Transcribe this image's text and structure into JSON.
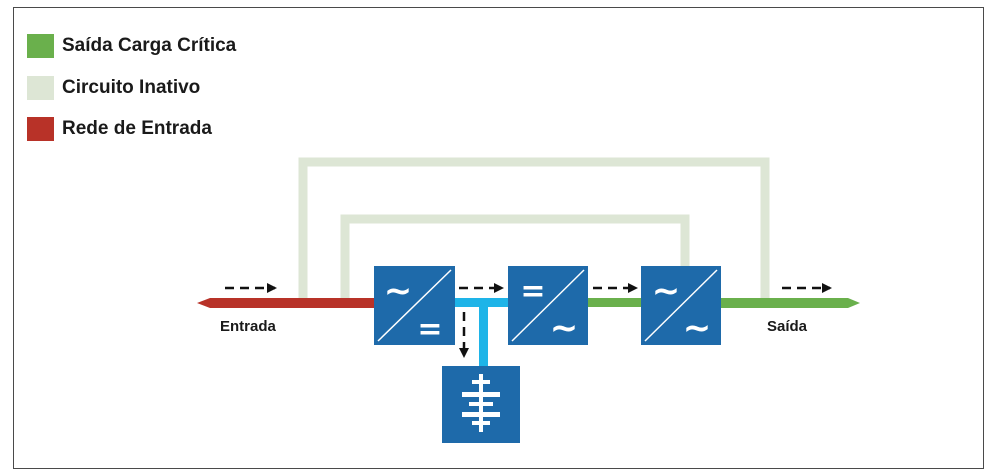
{
  "legend": [
    {
      "label": "Saída Carga Crítica",
      "color": "#6ab04c"
    },
    {
      "label": "Circuito Inativo",
      "color": "#dde6d5"
    },
    {
      "label": "Rede de Entrada",
      "color": "#b83228"
    }
  ],
  "labels": {
    "input": "Entrada",
    "output": "Saída"
  },
  "colors": {
    "input_line": "#b83228",
    "inactive_line": "#dde6d5",
    "dc_bus": "#1eb4e8",
    "output_line": "#6ab04c",
    "module": "#1e6aaa",
    "arrow": "#111111"
  },
  "symbols": {
    "ac": "~",
    "dc": "="
  },
  "icons": {
    "rectifier": "ac-to-dc-converter-icon",
    "inverter": "dc-to-ac-converter-icon",
    "bypass_switch": "ac-switch-icon",
    "battery": "battery-icon",
    "arrow": "dashed-arrow-icon"
  }
}
